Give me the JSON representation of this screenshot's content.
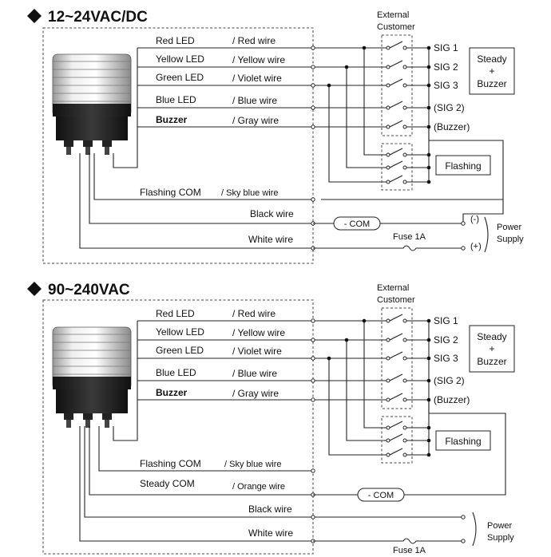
{
  "sections": [
    {
      "title": "12~24VAC/DC",
      "leds": [
        {
          "label": "Red LED",
          "wire": "/ Red wire",
          "sig": "SIG 1"
        },
        {
          "label": "Yellow LED",
          "wire": "/ Yellow wire",
          "sig": "SIG 2"
        },
        {
          "label": "Green LED",
          "wire": "/ Violet wire",
          "sig": "SIG 3"
        },
        {
          "label": "Blue LED",
          "wire": "/ Blue wire",
          "sig": "(SIG 2)"
        },
        {
          "label": "Buzzer",
          "wire": "/ Gray wire",
          "sig": "(Buzzer)"
        }
      ],
      "flashing_com": "Flashing COM",
      "flashing_com_wire": "/ Sky blue wire",
      "black_wire": "Black wire",
      "white_wire": "White wire",
      "com_label": "- COM",
      "fuse": "Fuse 1A",
      "minus": "(-)",
      "plus": "(+)",
      "power": "Power",
      "supply": "Supply",
      "external": "External",
      "customer": "Customer",
      "steady_box": [
        "Steady",
        "+",
        "Buzzer"
      ],
      "flashing_box": "Flashing"
    },
    {
      "title": "90~240VAC",
      "leds": [
        {
          "label": "Red LED",
          "wire": "/ Red wire",
          "sig": "SIG 1"
        },
        {
          "label": "Yellow LED",
          "wire": "/ Yellow wire",
          "sig": "SIG 2"
        },
        {
          "label": "Green LED",
          "wire": "/ Violet wire",
          "sig": "SIG 3"
        },
        {
          "label": "Blue LED",
          "wire": "/ Blue wire",
          "sig": "(SIG 2)"
        },
        {
          "label": "Buzzer",
          "wire": "/ Gray wire",
          "sig": "(Buzzer)"
        }
      ],
      "flashing_com": "Flashing COM",
      "flashing_com_wire": "/ Sky blue wire",
      "steady_com": "Steady COM",
      "steady_com_wire": "/ Orange wire",
      "black_wire": "Black wire",
      "white_wire": "White wire",
      "com_label": "- COM",
      "fuse": "Fuse 1A",
      "power": "Power",
      "supply": "Supply",
      "external": "External",
      "customer": "Customer",
      "steady_box": [
        "Steady",
        "+",
        "Buzzer"
      ],
      "flashing_box": "Flashing"
    }
  ]
}
